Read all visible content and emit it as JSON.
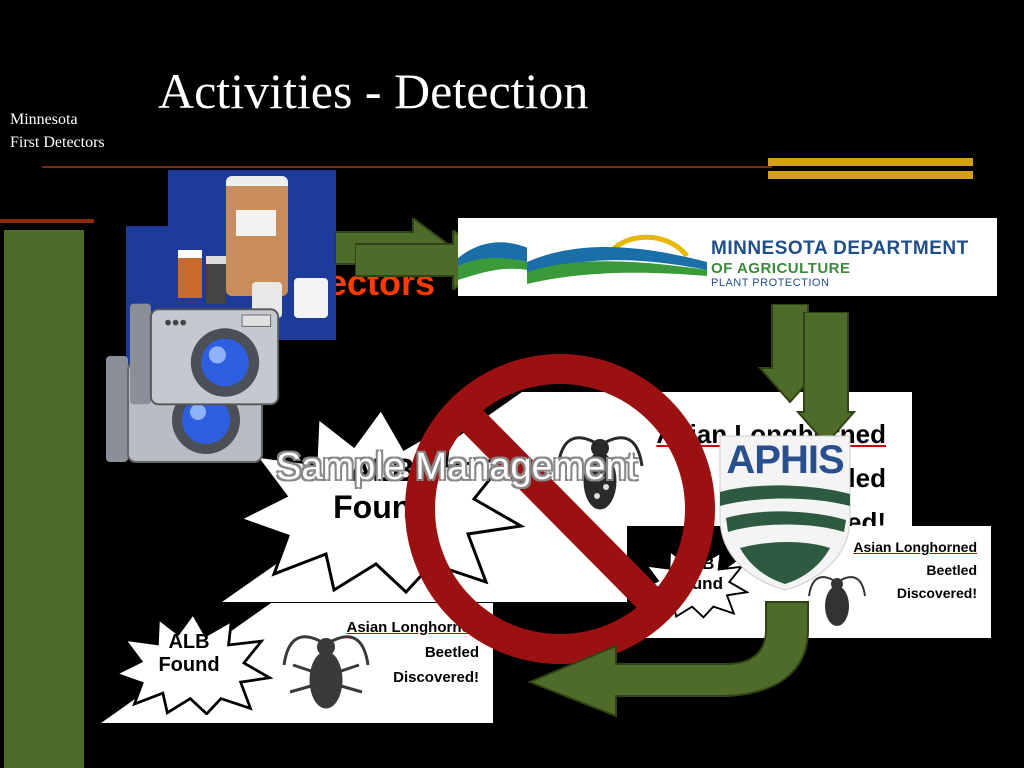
{
  "slide": {
    "title": "Activities - Detection",
    "org_line1": "Minnesota",
    "org_line2": "First Detectors",
    "partial_heading": "ectors",
    "overlay_label": "Sample Management"
  },
  "mda_logo": {
    "line1": "MINNESOTA DEPARTMENT",
    "line2": "OF AGRICULTURE",
    "line3": "PLANT PROTECTION"
  },
  "aphis_logo": {
    "name": "APHIS"
  },
  "alb_cards": {
    "star_line1": "ALB",
    "star_line2": "Found",
    "alert_line1": "Asian Longhorned",
    "alert_line2": "Beetled",
    "alert_line3": "Discovered!"
  },
  "icons": [
    "camera-icon",
    "sample-containers-photo",
    "beetle-icon",
    "no-symbol-icon",
    "arrow-icon"
  ],
  "colors": {
    "background": "#000000",
    "olive_green": "#4f6b2a",
    "gold": "#d4a017",
    "no_symbol_red": "#9b1111",
    "heading_red": "#ff3b00"
  }
}
